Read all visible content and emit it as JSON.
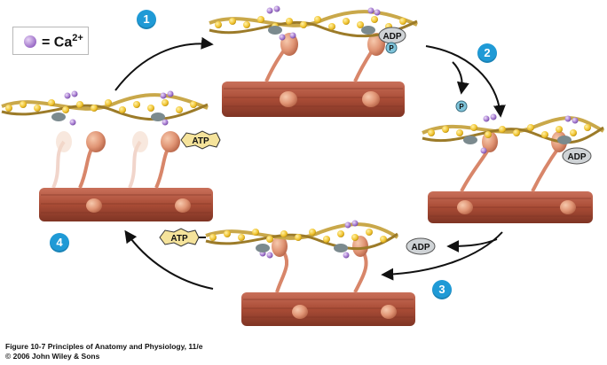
{
  "legend": {
    "prefix": "= Ca",
    "sup": "2+"
  },
  "steps": [
    "1",
    "2",
    "3",
    "4"
  ],
  "labels": {
    "adp": "ADP",
    "p": "P",
    "atp": "ATP"
  },
  "caption": {
    "line1": "Figure 10-7  Principles of Anatomy and Physiology, 11/e",
    "line2": "© 2006 John Wiley & Sons"
  },
  "colors": {
    "step_badge": "#1f9ad6",
    "myosin": "#b55a3f",
    "myosin_head": "#e6a27f",
    "actin_strand": "#c9a84a",
    "actin_bead": "#f2c52c",
    "calcium": "#a77bd6",
    "troponin": "#7b8a8e"
  }
}
